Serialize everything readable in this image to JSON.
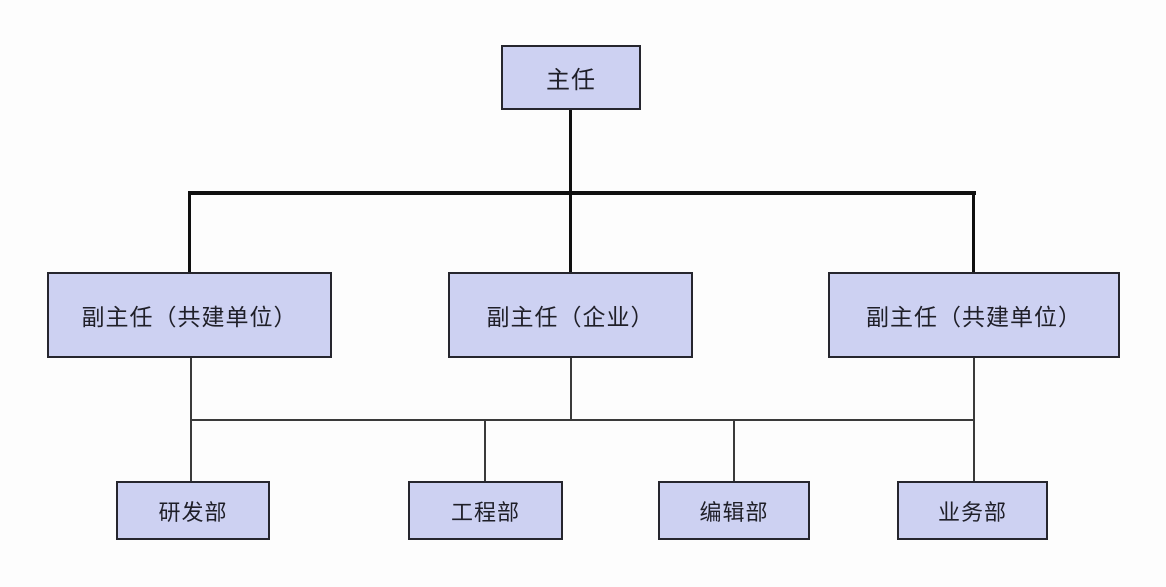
{
  "diagram": {
    "type": "org-chart",
    "nodes": {
      "director": {
        "label": "主任"
      },
      "deputy_left": {
        "label": "副主任（共建单位）"
      },
      "deputy_center": {
        "label": "副主任（企业）"
      },
      "deputy_right": {
        "label": "副主任（共建单位）"
      },
      "dept_rd": {
        "label": "研发部"
      },
      "dept_eng": {
        "label": "工程部"
      },
      "dept_edit": {
        "label": "编辑部"
      },
      "dept_biz": {
        "label": "业务部"
      }
    },
    "edges": [
      {
        "from": "director",
        "to": "deputy_left"
      },
      {
        "from": "director",
        "to": "deputy_center"
      },
      {
        "from": "director",
        "to": "deputy_right"
      },
      {
        "from": "deputies",
        "to": "dept_rd"
      },
      {
        "from": "deputies",
        "to": "dept_eng"
      },
      {
        "from": "deputies",
        "to": "dept_edit"
      },
      {
        "from": "deputies",
        "to": "dept_biz"
      }
    ],
    "colors": {
      "background": "#fdfdfd",
      "node_fill": "#cdd1f2",
      "node_border": "#26262e",
      "node_text": "#1f1f28",
      "connector_top_tier": "#0f0f0f",
      "connector_bottom_tier": "#3a3a3a"
    }
  }
}
